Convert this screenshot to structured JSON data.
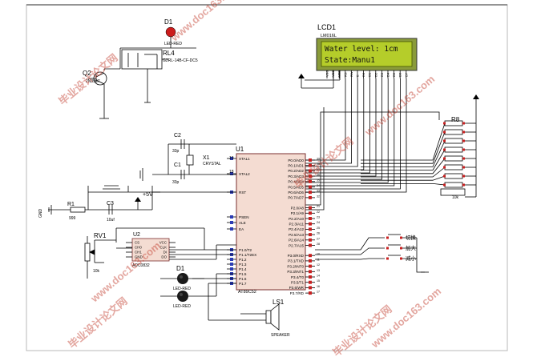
{
  "lcd": {
    "ref": "LCD1",
    "part": "LM016L",
    "line1": "Water level: 1cm",
    "line2": "State:Manu1",
    "pin_labels": [
      "VSS",
      "VDD",
      "VEE",
      "RS",
      "RW",
      "E",
      "D0",
      "D1",
      "D2",
      "D3",
      "D4",
      "D5",
      "D6",
      "D7"
    ]
  },
  "mcu": {
    "ref": "U1",
    "part": "AT89C52",
    "left_pins": [
      {
        "num": "19",
        "name": "XTAL1"
      },
      {
        "num": "18",
        "name": "XTAL2"
      },
      {
        "num": "9",
        "name": "RST"
      },
      {
        "num": "",
        "name": "PSEN"
      },
      {
        "num": "",
        "name": "ALE"
      },
      {
        "num": "",
        "name": "EA"
      },
      {
        "num": "1",
        "name": "P1.0/T2"
      },
      {
        "num": "2",
        "name": "P1.1/T2EX"
      },
      {
        "num": "3",
        "name": "P1.2"
      },
      {
        "num": "4",
        "name": "P1.3"
      },
      {
        "num": "5",
        "name": "P1.4"
      },
      {
        "num": "6",
        "name": "P1.5"
      },
      {
        "num": "7",
        "name": "P1.6"
      },
      {
        "num": "8",
        "name": "P1.7"
      }
    ],
    "right_pins": [
      {
        "num": "39",
        "name": "P0.0/AD0"
      },
      {
        "num": "38",
        "name": "P0.1/AD1"
      },
      {
        "num": "37",
        "name": "P0.2/AD2"
      },
      {
        "num": "36",
        "name": "P0.3/AD3"
      },
      {
        "num": "35",
        "name": "P0.4/AD4"
      },
      {
        "num": "34",
        "name": "P0.5/AD5"
      },
      {
        "num": "33",
        "name": "P0.6/AD6"
      },
      {
        "num": "32",
        "name": "P0.7/AD7"
      },
      {
        "num": "21",
        "name": "P2.0/A8"
      },
      {
        "num": "22",
        "name": "P2.1/A9"
      },
      {
        "num": "23",
        "name": "P2.2/A10"
      },
      {
        "num": "24",
        "name": "P2.3/A11"
      },
      {
        "num": "25",
        "name": "P2.4/A12"
      },
      {
        "num": "26",
        "name": "P2.5/A13"
      },
      {
        "num": "27",
        "name": "P2.6/A14"
      },
      {
        "num": "28",
        "name": "P2.7/A15"
      },
      {
        "num": "10",
        "name": "P3.0/RXD"
      },
      {
        "num": "11",
        "name": "P3.1/TXD"
      },
      {
        "num": "12",
        "name": "P3.2/INT0"
      },
      {
        "num": "13",
        "name": "P3.3/INT1"
      },
      {
        "num": "14",
        "name": "P3.4/T0"
      },
      {
        "num": "15",
        "name": "P3.5/T1"
      },
      {
        "num": "16",
        "name": "P3.6/WR"
      },
      {
        "num": "17",
        "name": "P3.7/RD"
      }
    ]
  },
  "adc": {
    "ref": "U2",
    "part": "ADC0832",
    "pins": [
      "CS",
      "CH0",
      "CH1",
      "GND",
      "VCC",
      "CLK",
      "DI",
      "DO"
    ]
  },
  "parts": {
    "d1_top_ref": "D1",
    "d1_top_part": "LED-RED",
    "relay_ref": "RL4",
    "relay_part": "G2RL-14B-CF-DC5",
    "q2_ref": "Q2",
    "q2_part": "2N3907",
    "c2_ref": "C2",
    "c2_val": "33p",
    "c1_ref": "C1",
    "c1_val": "33p",
    "x1_ref": "X1",
    "x1_part": "CRYSTAL",
    "r1_ref": "R1",
    "r1_val": "999",
    "c3_ref": "C3",
    "c3_val": "10uf",
    "vcc_label": "+5V",
    "rv1_ref": "RV1",
    "rv1_val": "10k",
    "d1_ref": "D1",
    "d1_part": "LED-RED",
    "d2_part": "LED-RED",
    "ls1_ref": "LS1",
    "ls1_part": "SPEAKER",
    "r8_ref": "R8",
    "r8_val": "10k",
    "gnd_label": "GND",
    "text_placeholder": "<TEXT>"
  },
  "buttons": [
    "切换",
    "加大",
    "减小"
  ],
  "watermarks": [
    "毕业设计论文网",
    "www.doc163.com"
  ]
}
